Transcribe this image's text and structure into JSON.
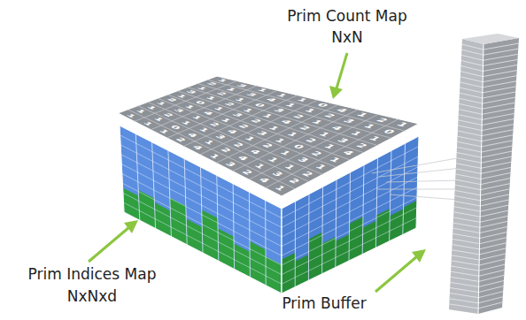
{
  "diagram": {
    "labels": [
      "Prim Count Map",
      "NxN",
      "Prim Indices Map",
      "NxNxd",
      "Prim Buffer",
      "1",
      "3",
      "1",
      "1",
      "1",
      "0",
      "4",
      "1",
      "2",
      "1",
      "2",
      "1",
      "3",
      "4",
      "1",
      "1",
      "2",
      "3",
      "1",
      "0",
      "1",
      "2",
      "1",
      "0",
      "3",
      "2",
      "1",
      "4",
      "1",
      "1",
      "3",
      "1",
      "2",
      "1",
      "1",
      "4",
      "2",
      "1",
      "3",
      "2",
      "1",
      "0",
      "1",
      "3",
      "2",
      "1",
      "1",
      "2",
      "1",
      "4",
      "2",
      "1",
      "4",
      "1",
      "2",
      "3",
      "1",
      "0",
      "2",
      "1",
      "1",
      "3",
      "1",
      "2",
      "4",
      "1",
      "2",
      "1",
      "3",
      "1",
      "1",
      "2",
      "1",
      "1",
      "3",
      "2",
      "4",
      "1",
      "1",
      "2",
      "1",
      "1",
      "0",
      "4",
      "1",
      "2",
      "4",
      "1",
      "3",
      "2",
      "1",
      "1",
      "1",
      "2",
      "4",
      "1",
      "3",
      "2",
      "4",
      "1"
    ]
  }
}
